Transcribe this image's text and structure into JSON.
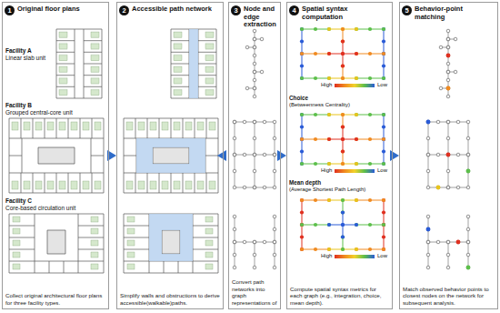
{
  "diagram": {
    "nodes": [
      {
        "text": [
          "Original floor plans",
          "Collect original architectural floor plans for three facility types."
        ]
      },
      {
        "text": [
          "1"
        ],
        "in": 0
      },
      {
        "text": [
          "Accessible path network",
          "Simplify walls and obstructions to derive accessible(walkable)paths."
        ]
      },
      {
        "text": [
          "2"
        ],
        "in": 2
      },
      {
        "text": [
          "Node and edge extraction",
          "Convert path networks into graph representations of"
        ]
      },
      {
        "text": [
          "3"
        ],
        "in": 4
      },
      {
        "text": [
          "Spatial syntax computation",
          "Compute spatial syntax metrics for each graph (e.g., integration, choice, mean depth)."
        ]
      },
      {
        "text": [
          "4"
        ],
        "in": 6
      },
      {
        "text": [
          "Behavior-point matching",
          "Match observed behavior points to closest nodes on the network for subsequent analysis."
        ]
      },
      {
        "text": [
          "5"
        ],
        "in": 8
      }
    ],
    "edges": [
      {
        "from": 0,
        "to": 2,
        "arrow": "to"
      },
      {
        "from": 2,
        "to": 4,
        "arrow": "to"
      },
      {
        "from": 4,
        "to": 6,
        "arrow": "to"
      },
      {
        "from": 6,
        "to": 8,
        "arrow": "to"
      }
    ],
    "labels": [
      "Facility A",
      "Linear slab unit",
      "Facility B",
      "Grouped central-core unit",
      "Facility C",
      "Core-based circulation unit",
      "High",
      "Low",
      "Choice",
      "(Betweenness Centrality)",
      "High",
      "Low",
      "Mean depth",
      "(Average Shortest Path Length)",
      "High",
      "Low"
    ]
  }
}
